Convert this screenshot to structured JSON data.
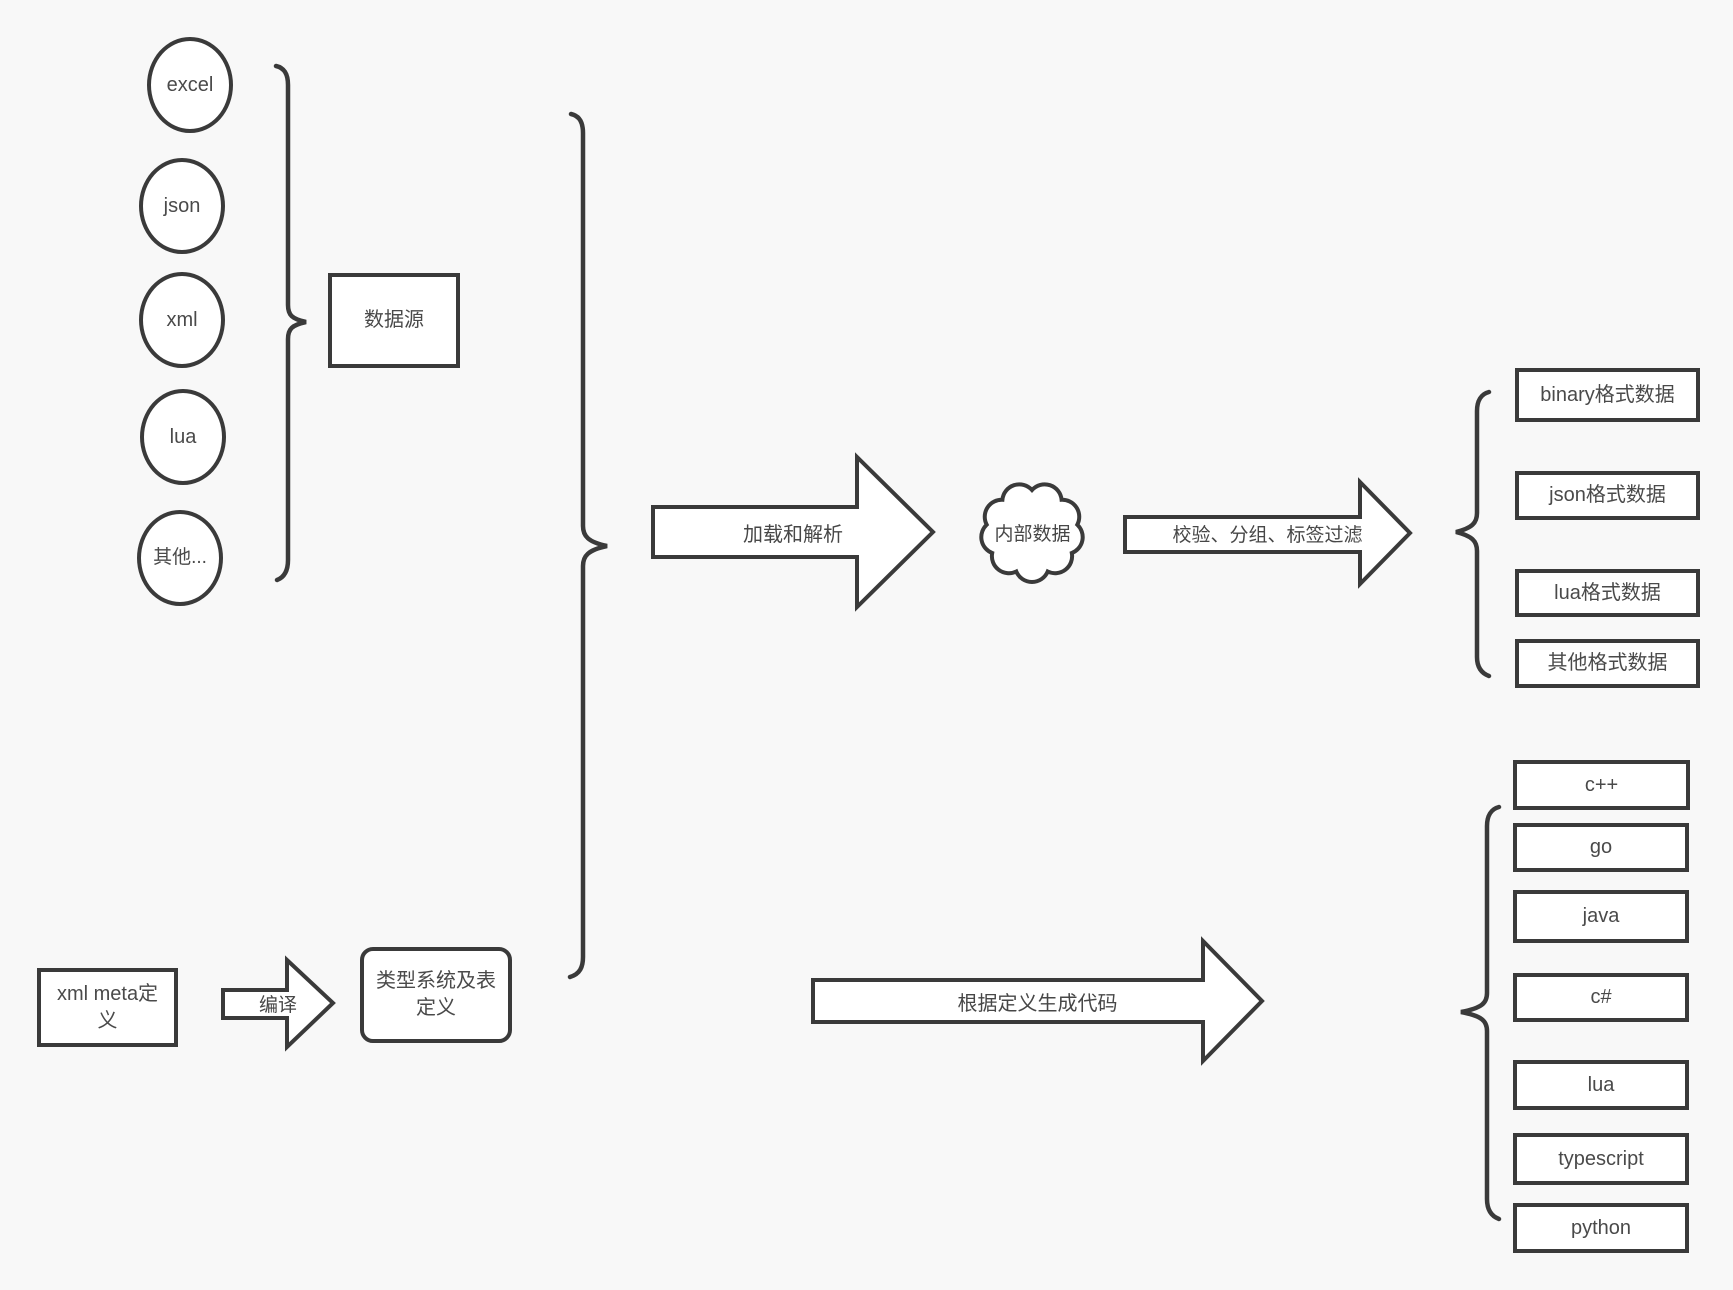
{
  "colors": {
    "background": "#f8f8f8",
    "stroke": "#3a3a3a",
    "shape_fill": "#ffffff",
    "text": "#4a4a4a"
  },
  "sources": {
    "items": [
      {
        "label": "excel"
      },
      {
        "label": "json"
      },
      {
        "label": "xml"
      },
      {
        "label": "lua"
      },
      {
        "label": "其他..."
      }
    ],
    "group_box_label": "数据源"
  },
  "pipeline": {
    "load_arrow_label": "加载和解析",
    "internal_data_cloud_label": "内部数据",
    "filter_arrow_label": "校验、分组、标签过滤",
    "codegen_arrow_label": "根据定义生成代码",
    "compile_arrow_label": "编译"
  },
  "definitions": {
    "meta_box_label": "xml meta定义",
    "type_system_box_label": "类型系统及表定义"
  },
  "format_outputs": [
    {
      "label": "binary格式数据"
    },
    {
      "label": "json格式数据"
    },
    {
      "label": "lua格式数据"
    },
    {
      "label": "其他格式数据"
    }
  ],
  "languages": [
    {
      "label": "c++"
    },
    {
      "label": "go"
    },
    {
      "label": "java"
    },
    {
      "label": "c#"
    },
    {
      "label": "lua"
    },
    {
      "label": "typescript"
    },
    {
      "label": "python"
    }
  ]
}
